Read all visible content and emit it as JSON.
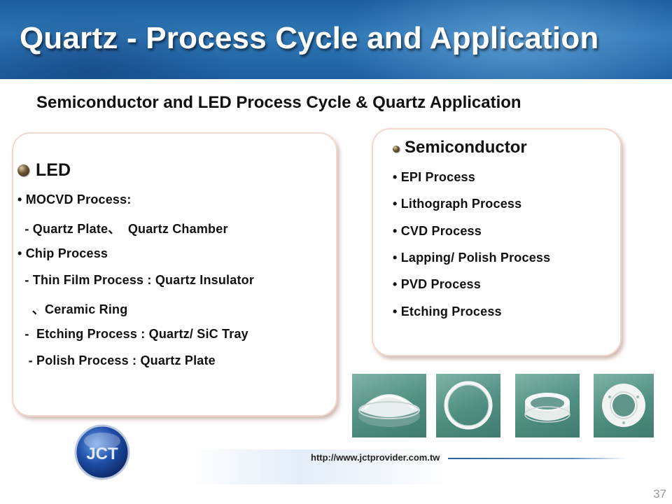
{
  "slide": {
    "title": "Quartz - Process Cycle and Application",
    "subtitle": "Semiconductor and LED Process Cycle & Quartz Application",
    "page_number": "37"
  },
  "led_panel": {
    "heading": "LED",
    "lines": [
      "• MOCVD Process:",
      "  - Quartz Plate、  Quartz Chamber",
      "• Chip Process",
      "  - Thin Film Process : Quartz Insulator",
      "    、Ceramic Ring",
      "  -  Etching Process : Quartz/ SiC Tray",
      "   - Polish Process : Quartz Plate"
    ]
  },
  "semiconductor_panel": {
    "heading": "Semiconductor",
    "items": [
      "• EPI Process",
      "• Lithograph Process",
      "• CVD Process",
      "• Lapping/ Polish Process",
      "• PVD Process",
      "• Etching Process"
    ]
  },
  "footer": {
    "logo_text": "JCT",
    "url": "http://www.jctprovider.com.tw"
  },
  "colors": {
    "banner": "#2f77b6",
    "card_border": "#f2d7cf",
    "photo_background": "#4f8f80",
    "logo_blue": "#1f4fa8"
  },
  "photos": [
    "quartz-dome-photo",
    "quartz-ring-photo",
    "quartz-collar-photo",
    "ceramic-ring-photo"
  ]
}
